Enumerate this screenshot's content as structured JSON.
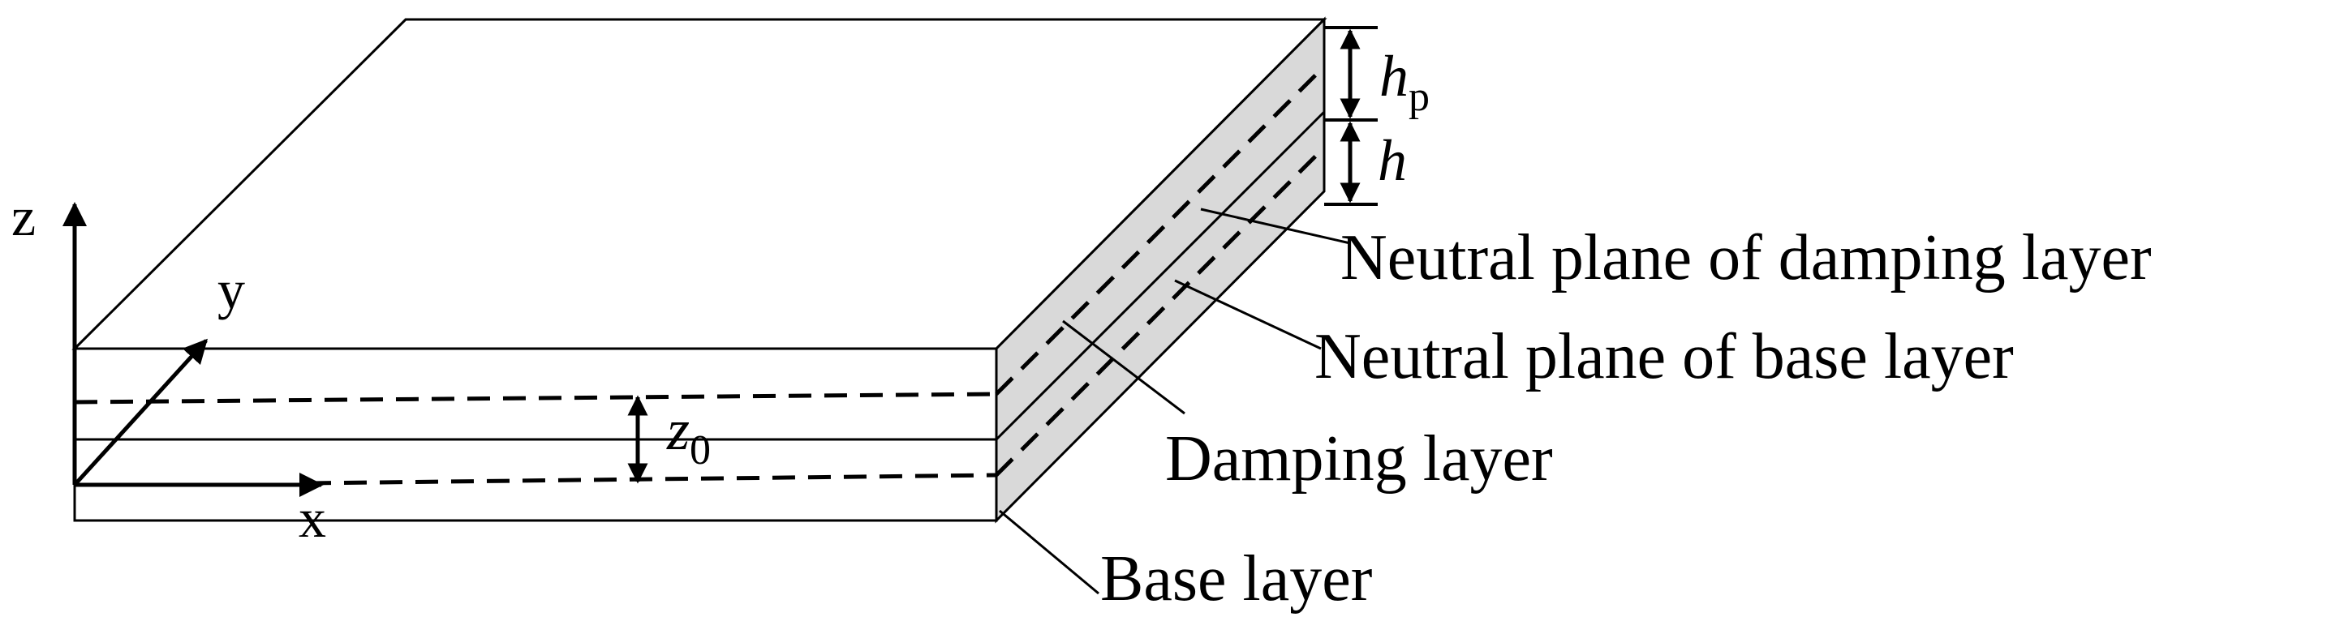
{
  "labels": {
    "neutral_plane_damping": "Neutral plane of damping layer",
    "neutral_plane_base": "Neutral plane of base layer",
    "damping_layer": "Damping layer",
    "base_layer": "Base layer"
  },
  "axes": {
    "x": "x",
    "y": "y",
    "z": "z"
  },
  "dimensions": {
    "hp_symbol": "h",
    "hp_subscript": "p",
    "h_symbol": "h",
    "z0_symbol": "z",
    "z0_subscript": "0"
  },
  "colors": {
    "stroke": "#000000",
    "side_face_fill": "#d9d9d9",
    "background": "#ffffff"
  }
}
